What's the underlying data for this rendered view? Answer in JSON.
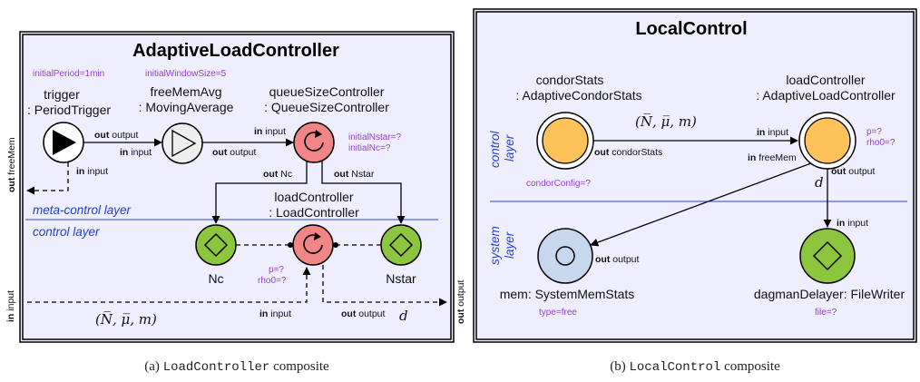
{
  "left": {
    "title": "AdaptiveLoadController",
    "params": {
      "initial_period": "initialPeriod=1min",
      "initial_window": "initialWindowSize=5",
      "initial_nstar": "initialNstar=?",
      "initial_nc": "initialNc=?",
      "p": "p=?",
      "rho0": "rho0=?"
    },
    "components": {
      "trigger": {
        "name": "trigger",
        "type": ": PeriodTrigger"
      },
      "freemem": {
        "name": "freeMemAvg",
        "type": ": MovingAverage"
      },
      "queue": {
        "name": "queueSizeController",
        "type": ": QueueSizeController"
      },
      "load": {
        "name": "loadController",
        "type": ": LoadController"
      },
      "nc": {
        "name": "Nc"
      },
      "nstar": {
        "name": "Nstar"
      }
    },
    "ports": {
      "out_kw": "out",
      "in_kw": "in",
      "output": "output",
      "input": "input",
      "nc": "Nc",
      "nstar": "Nstar",
      "freemem": "freeMem"
    },
    "layers": {
      "meta": "meta-control layer",
      "control": "control layer"
    },
    "math": {
      "tuple": "(N̅, μ̅, m)",
      "d": "d"
    }
  },
  "right": {
    "title": "LocalControl",
    "params": {
      "condor_config": "condorConfig=?",
      "p": "p=?",
      "rho0": "rho0=?",
      "type": "type=free",
      "file": "file=?"
    },
    "components": {
      "condor": {
        "name": "condorStats",
        "type": ": AdaptiveCondorStats"
      },
      "load": {
        "name": "loadController",
        "type": ": AdaptiveLoadController"
      },
      "mem": {
        "label": "mem: SystemMemStats"
      },
      "dagman": {
        "label": "dagmanDelayer: FileWriter"
      }
    },
    "ports": {
      "out_kw": "out",
      "in_kw": "in",
      "condorstats": "condorStats",
      "input": "input",
      "freemem": "freeMem",
      "output": "output"
    },
    "layers": {
      "control_1": "control",
      "control_2": "layer",
      "system_1": "system",
      "system_2": "layer"
    },
    "math": {
      "tuple": "(N̅, μ̅, m)",
      "d": "d"
    }
  },
  "captions": {
    "a_prefix": "(a)",
    "a_code": "LoadController",
    "a_suffix": "composite",
    "b_prefix": "(b)",
    "b_code": "LocalControl",
    "b_suffix": "composite"
  },
  "colors": {
    "panel_bg": "#eeeeff",
    "red": "#f28585",
    "green": "#8cc63e",
    "orange": "#fdc35a",
    "blue_light": "#c6d7ee",
    "gray_light": "#eeeeee",
    "layer_line": "#2a44d6",
    "purple": "#9a40d0"
  }
}
